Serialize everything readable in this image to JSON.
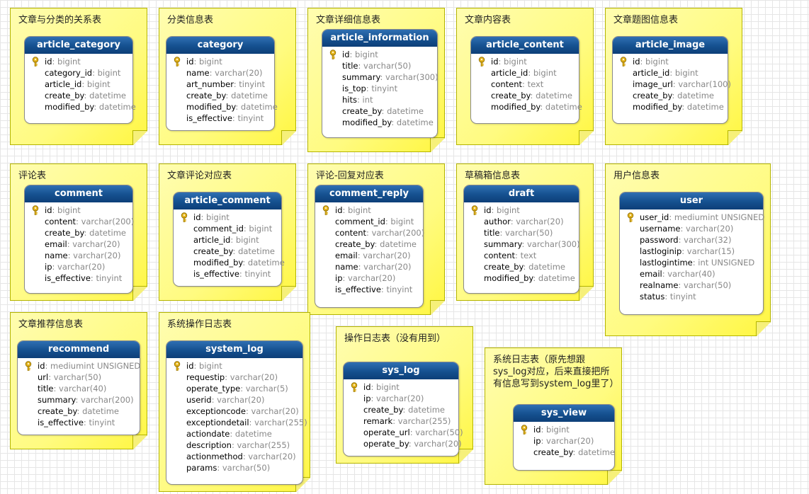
{
  "notes": [
    {
      "id": "n1",
      "title": "文章与分类的关系表"
    },
    {
      "id": "n2",
      "title": "分类信息表"
    },
    {
      "id": "n3",
      "title": "文章详细信息表"
    },
    {
      "id": "n4",
      "title": "文章内容表"
    },
    {
      "id": "n5",
      "title": "文章题图信息表"
    },
    {
      "id": "n6",
      "title": "评论表"
    },
    {
      "id": "n7",
      "title": "文章评论对应表"
    },
    {
      "id": "n8",
      "title": "评论-回复对应表"
    },
    {
      "id": "n9",
      "title": "草稿箱信息表"
    },
    {
      "id": "n10",
      "title": "用户信息表"
    },
    {
      "id": "n11",
      "title": "文章推荐信息表"
    },
    {
      "id": "n12",
      "title": "系统操作日志表"
    },
    {
      "id": "n13",
      "title": "操作日志表（没有用到）"
    },
    {
      "id": "n14",
      "title": "系统日志表（原先想跟sys_log对应，后来直接把所有信息写到system_log里了）"
    }
  ],
  "tables": [
    {
      "id": "t1",
      "name": "article_category",
      "fields": [
        {
          "name": "id",
          "type": "bigint",
          "key": true
        },
        {
          "name": "category_id",
          "type": "bigint"
        },
        {
          "name": "article_id",
          "type": "bigint"
        },
        {
          "name": "create_by",
          "type": "datetime"
        },
        {
          "name": "modified_by",
          "type": "datetime"
        }
      ]
    },
    {
      "id": "t2",
      "name": "category",
      "fields": [
        {
          "name": "id",
          "type": "bigint",
          "key": true
        },
        {
          "name": "name",
          "type": "varchar(20)"
        },
        {
          "name": "art_number",
          "type": "tinyint"
        },
        {
          "name": "create_by",
          "type": "datetime"
        },
        {
          "name": "modified_by",
          "type": "datetime"
        },
        {
          "name": "is_effective",
          "type": "tinyint"
        }
      ]
    },
    {
      "id": "t3",
      "name": "article_information",
      "fields": [
        {
          "name": "id",
          "type": "bigint",
          "key": true
        },
        {
          "name": "title",
          "type": "varchar(50)"
        },
        {
          "name": "summary",
          "type": "varchar(300)"
        },
        {
          "name": "is_top",
          "type": "tinyint"
        },
        {
          "name": "hits",
          "type": "int"
        },
        {
          "name": "create_by",
          "type": "datetime"
        },
        {
          "name": "modified_by",
          "type": "datetime"
        }
      ]
    },
    {
      "id": "t4",
      "name": "article_content",
      "fields": [
        {
          "name": "id",
          "type": "bigint",
          "key": true
        },
        {
          "name": "article_id",
          "type": "bigint"
        },
        {
          "name": "content",
          "type": "text"
        },
        {
          "name": "create_by",
          "type": "datetime"
        },
        {
          "name": "modified_by",
          "type": "datetime"
        }
      ]
    },
    {
      "id": "t5",
      "name": "article_image",
      "fields": [
        {
          "name": "id",
          "type": "bigint",
          "key": true
        },
        {
          "name": "article_id",
          "type": "bigint"
        },
        {
          "name": "image_url",
          "type": "varchar(100)"
        },
        {
          "name": "create_by",
          "type": "datetime"
        },
        {
          "name": "modified_by",
          "type": "datetime"
        }
      ]
    },
    {
      "id": "t6",
      "name": "comment",
      "fields": [
        {
          "name": "id",
          "type": "bigint",
          "key": true
        },
        {
          "name": "content",
          "type": "varchar(200)"
        },
        {
          "name": "create_by",
          "type": "datetime"
        },
        {
          "name": "email",
          "type": "varchar(20)"
        },
        {
          "name": "name",
          "type": "varchar(20)"
        },
        {
          "name": "ip",
          "type": "varchar(20)"
        },
        {
          "name": "is_effective",
          "type": "tinyint"
        }
      ]
    },
    {
      "id": "t7",
      "name": "article_comment",
      "fields": [
        {
          "name": "id",
          "type": "bigint",
          "key": true
        },
        {
          "name": "comment_id",
          "type": "bigint"
        },
        {
          "name": "article_id",
          "type": "bigint"
        },
        {
          "name": "create_by",
          "type": "datetime"
        },
        {
          "name": "modified_by",
          "type": "datetime"
        },
        {
          "name": "is_effective",
          "type": "tinyint"
        }
      ]
    },
    {
      "id": "t8",
      "name": "comment_reply",
      "fields": [
        {
          "name": "id",
          "type": "bigint",
          "key": true
        },
        {
          "name": "comment_id",
          "type": "bigint"
        },
        {
          "name": "content",
          "type": "varchar(200)"
        },
        {
          "name": "create_by",
          "type": "datetime"
        },
        {
          "name": "email",
          "type": "varchar(20)"
        },
        {
          "name": "name",
          "type": "varchar(20)"
        },
        {
          "name": "ip",
          "type": "varchar(20)"
        },
        {
          "name": "is_effective",
          "type": "tinyint"
        }
      ]
    },
    {
      "id": "t9",
      "name": "draft",
      "fields": [
        {
          "name": "id",
          "type": "bigint",
          "key": true
        },
        {
          "name": "author",
          "type": "varchar(20)"
        },
        {
          "name": "title",
          "type": "varchar(50)"
        },
        {
          "name": "summary",
          "type": "varchar(300)"
        },
        {
          "name": "content",
          "type": "text"
        },
        {
          "name": "create_by",
          "type": "datetime"
        },
        {
          "name": "modified_by",
          "type": "datetime"
        }
      ]
    },
    {
      "id": "t10",
      "name": "user",
      "fields": [
        {
          "name": "user_id",
          "type": "mediumint UNSIGNED",
          "key": true
        },
        {
          "name": "username",
          "type": "varchar(20)"
        },
        {
          "name": "password",
          "type": "varchar(32)"
        },
        {
          "name": "lastloginip",
          "type": "varchar(15)"
        },
        {
          "name": "lastlogintime",
          "type": "int UNSIGNED"
        },
        {
          "name": "email",
          "type": "varchar(40)"
        },
        {
          "name": "realname",
          "type": "varchar(50)"
        },
        {
          "name": "status",
          "type": "tinyint"
        }
      ]
    },
    {
      "id": "t11",
      "name": "recommend",
      "fields": [
        {
          "name": "id",
          "type": "mediumint UNSIGNED",
          "key": true
        },
        {
          "name": "url",
          "type": "varchar(50)"
        },
        {
          "name": "title",
          "type": "varchar(40)"
        },
        {
          "name": "summary",
          "type": "varchar(200)"
        },
        {
          "name": "create_by",
          "type": "datetime"
        },
        {
          "name": "is_effective",
          "type": "tinyint"
        }
      ]
    },
    {
      "id": "t12",
      "name": "system_log",
      "fields": [
        {
          "name": "id",
          "type": "bigint",
          "key": true
        },
        {
          "name": "requestip",
          "type": "varchar(20)"
        },
        {
          "name": "operate_type",
          "type": "varchar(5)"
        },
        {
          "name": "userid",
          "type": "varchar(20)"
        },
        {
          "name": "exceptioncode",
          "type": "varchar(20)"
        },
        {
          "name": "exceptiondetail",
          "type": "varchar(255)"
        },
        {
          "name": "actiondate",
          "type": "datetime"
        },
        {
          "name": "description",
          "type": "varchar(255)"
        },
        {
          "name": "actionmethod",
          "type": "varchar(20)"
        },
        {
          "name": "params",
          "type": "varchar(50)"
        }
      ]
    },
    {
      "id": "t13",
      "name": "sys_log",
      "fields": [
        {
          "name": "id",
          "type": "bigint",
          "key": true
        },
        {
          "name": "ip",
          "type": "varchar(20)"
        },
        {
          "name": "create_by",
          "type": "datetime"
        },
        {
          "name": "remark",
          "type": "varchar(255)"
        },
        {
          "name": "operate_url",
          "type": "varchar(50)"
        },
        {
          "name": "operate_by",
          "type": "varchar(20)"
        }
      ]
    },
    {
      "id": "t14",
      "name": "sys_view",
      "fields": [
        {
          "name": "id",
          "type": "bigint",
          "key": true
        },
        {
          "name": "ip",
          "type": "varchar(20)"
        },
        {
          "name": "create_by",
          "type": "datetime"
        }
      ]
    }
  ]
}
